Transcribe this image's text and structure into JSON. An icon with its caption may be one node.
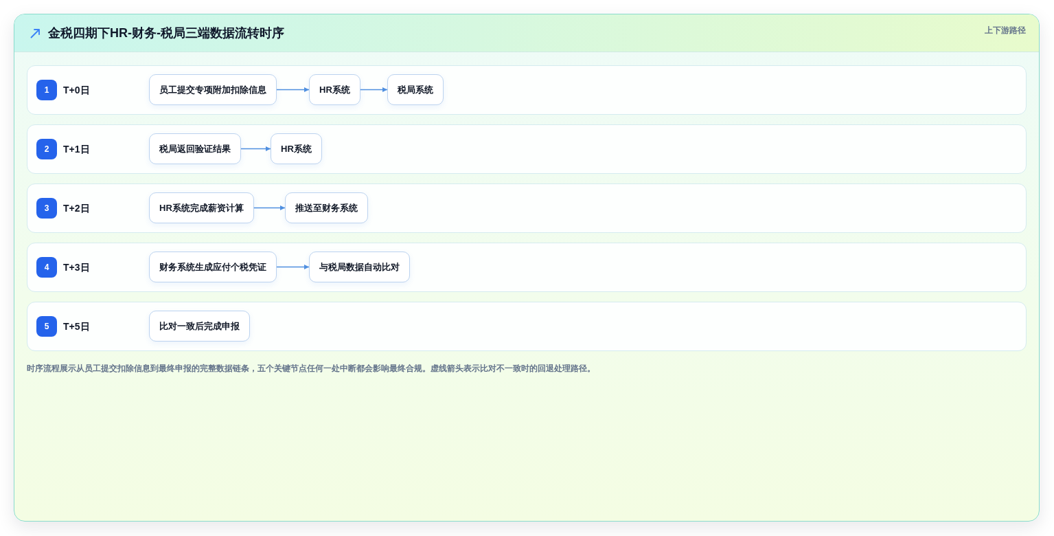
{
  "diagram": {
    "title": "金税四期下HR-财务-税局三端数据流转时序",
    "caption": "时序流程展示从员工提交扣除信息到最终申报的完整数据链条，五个关键节点任何一处中断都会影响最终合规。虚线箭头表示比对不一致时的回退处理路径。",
    "nodes": [
      {
        "text": [
          "T+0日"
        ]
      },
      {
        "text": [
          "1"
        ],
        "in": 0
      },
      {
        "text": [
          "员工提交专项附加扣除信息"
        ],
        "in": 0
      },
      {
        "text": [
          "HR系统"
        ],
        "in": 0
      },
      {
        "text": [
          "税局系统"
        ],
        "in": 0
      },
      {
        "text": [
          "T+1日"
        ]
      },
      {
        "text": [
          "2"
        ],
        "in": 5
      },
      {
        "text": [
          "税局返回验证结果"
        ],
        "in": 5
      },
      {
        "text": [
          "HR系统"
        ],
        "in": 5
      },
      {
        "text": [
          "T+2日"
        ]
      },
      {
        "text": [
          "3"
        ],
        "in": 9
      },
      {
        "text": [
          "HR系统完成薪资计算"
        ],
        "in": 9
      },
      {
        "text": [
          "推送至财务系统"
        ],
        "in": 9
      },
      {
        "text": [
          "T+3日"
        ]
      },
      {
        "text": [
          "4"
        ],
        "in": 13
      },
      {
        "text": [
          "财务系统生成应付个税凭证"
        ],
        "in": 13
      },
      {
        "text": [
          "与税局数据自动比对"
        ],
        "in": 13
      },
      {
        "text": [
          "T+5日"
        ]
      },
      {
        "text": [
          "5"
        ],
        "in": 17
      },
      {
        "text": [
          "比对一致后完成申报"
        ],
        "in": 17
      }
    ],
    "edges": [
      {
        "from": 2,
        "to": 3,
        "arrow": "to"
      },
      {
        "from": 3,
        "to": 4,
        "arrow": "to"
      },
      {
        "from": 7,
        "to": 8,
        "arrow": "to"
      },
      {
        "from": 11,
        "to": 12,
        "arrow": "to"
      },
      {
        "from": 15,
        "to": 16,
        "arrow": "to"
      }
    ],
    "labels": [
      "上下游路径"
    ]
  }
}
